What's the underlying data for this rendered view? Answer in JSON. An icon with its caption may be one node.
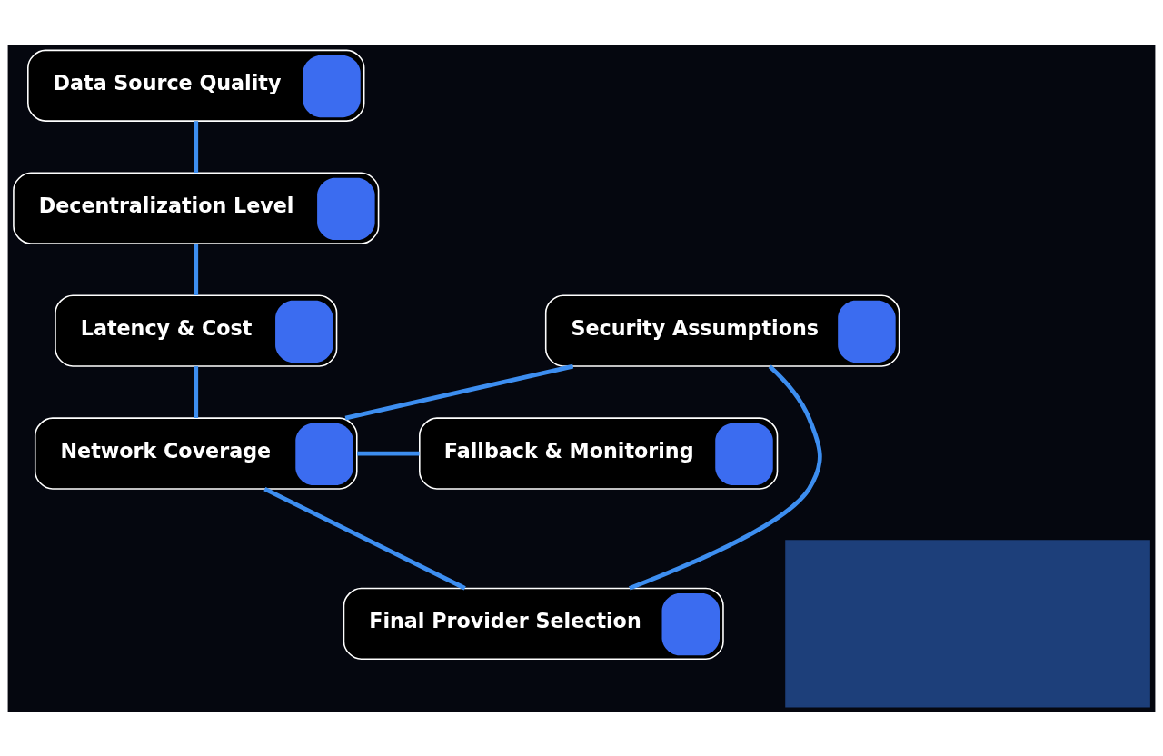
{
  "diagram": {
    "nodes": [
      {
        "text": [
          "Data Source Quality"
        ]
      },
      {
        "text": [
          "Decentralization Level"
        ]
      },
      {
        "text": [
          "Latency & Cost"
        ]
      },
      {
        "text": [
          "Network Coverage"
        ]
      },
      {
        "text": [
          "Security Assumptions"
        ]
      },
      {
        "text": [
          "Fallback & Monitoring"
        ]
      },
      {
        "text": [
          "Final Provider Selection"
        ]
      },
      {
        "text": [],
        "shape": "box"
      }
    ],
    "edges": [
      {
        "from": 0,
        "to": 1,
        "arrow": "none"
      },
      {
        "from": 1,
        "to": 2,
        "arrow": "none"
      },
      {
        "from": 2,
        "to": 3,
        "arrow": "none"
      },
      {
        "from": 3,
        "to": 4,
        "arrow": "none"
      },
      {
        "from": 3,
        "to": 5,
        "arrow": "none"
      },
      {
        "from": 4,
        "to": 6,
        "arrow": "none"
      },
      {
        "from": 3,
        "to": 6,
        "arrow": "none"
      }
    ]
  }
}
